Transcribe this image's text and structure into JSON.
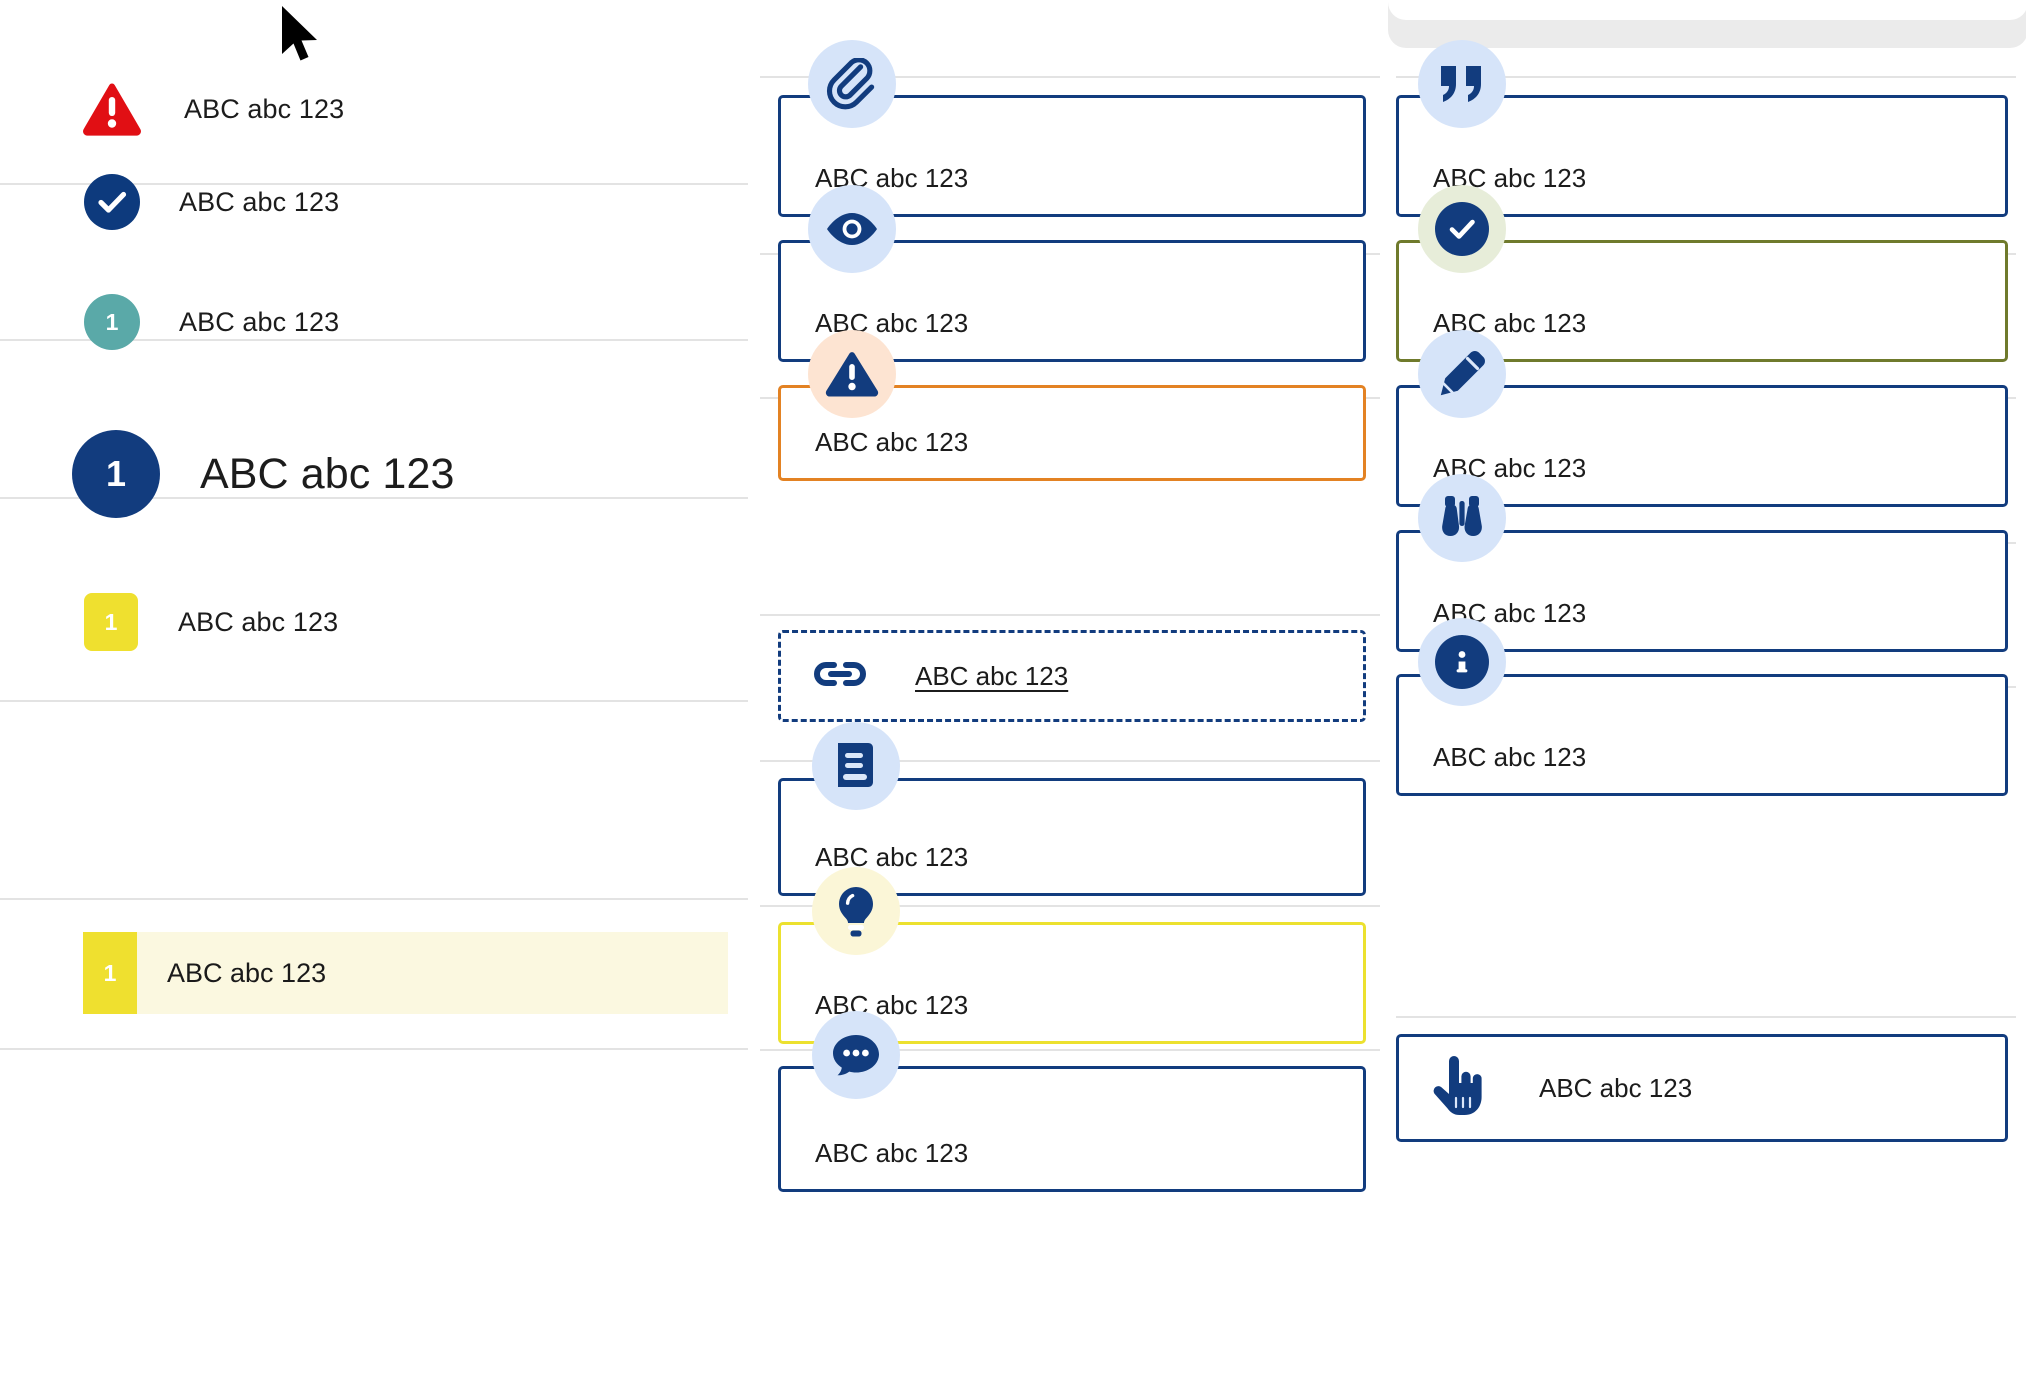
{
  "sample_text": "ABC abc 123",
  "colors": {
    "navy": "#123c7e",
    "red": "#e10f14",
    "teal": "#5aa9a8",
    "yellow": "#efe02f",
    "orange": "#e38223",
    "olive": "#6f7a2c",
    "icon_bg_blue": "#d6e4f9",
    "icon_bg_peach": "#fde4d2",
    "icon_bg_sage": "#e7edd9",
    "icon_bg_cream": "#fbf6d7",
    "highlight_row_bg": "#fbf8e0",
    "divider": "#e3e3e3"
  },
  "left_column": {
    "rows": [
      {
        "badge": "warning-triangle-red",
        "badge_value": "",
        "label": "ABC abc 123",
        "size": "normal"
      },
      {
        "badge": "check-circle-navy",
        "badge_value": "",
        "label": "ABC abc 123",
        "size": "normal"
      },
      {
        "badge": "number-circle-teal",
        "badge_value": "1",
        "label": "ABC abc 123",
        "size": "normal"
      },
      {
        "badge": "number-circle-navy",
        "badge_value": "1",
        "label": "ABC abc 123",
        "size": "large"
      },
      {
        "badge": "number-square-yellow",
        "badge_value": "1",
        "label": "ABC abc 123",
        "size": "normal"
      },
      {
        "badge": "number-square-yellow-flat",
        "badge_value": "1",
        "label": "ABC abc 123",
        "size": "highlighted"
      }
    ]
  },
  "middle_column": {
    "cards": [
      {
        "icon": "paperclip-icon",
        "icon_bg": "blue",
        "border": "navy",
        "style": "solid",
        "label": "ABC abc 123",
        "layout": "stacked"
      },
      {
        "icon": "eye-icon",
        "icon_bg": "blue",
        "border": "navy",
        "style": "solid",
        "label": "ABC abc 123",
        "layout": "stacked"
      },
      {
        "icon": "warning-triangle-icon",
        "icon_bg": "peach",
        "border": "orange",
        "style": "solid",
        "label": "ABC abc 123",
        "layout": "stacked"
      },
      {
        "icon": "link-icon",
        "icon_bg": "none",
        "border": "navy",
        "style": "dashed",
        "label": "ABC abc 123",
        "layout": "inline-link"
      },
      {
        "icon": "book-icon",
        "icon_bg": "blue",
        "border": "navy",
        "style": "solid",
        "label": "ABC abc 123",
        "layout": "stacked"
      },
      {
        "icon": "lightbulb-icon",
        "icon_bg": "cream",
        "border": "yellow",
        "style": "solid",
        "label": "ABC abc 123",
        "layout": "stacked"
      },
      {
        "icon": "chat-bubble-icon",
        "icon_bg": "blue",
        "border": "navy",
        "style": "solid",
        "label": "ABC abc 123",
        "layout": "stacked"
      }
    ]
  },
  "right_column": {
    "cards": [
      {
        "icon": "quote-icon",
        "icon_bg": "blue",
        "border": "navy",
        "style": "solid",
        "label": "ABC abc 123",
        "layout": "stacked"
      },
      {
        "icon": "check-circle-icon",
        "icon_bg": "sage",
        "border": "olive",
        "style": "solid",
        "label": "ABC abc 123",
        "layout": "stacked"
      },
      {
        "icon": "pencil-icon",
        "icon_bg": "blue",
        "border": "navy",
        "style": "solid",
        "label": "ABC abc 123",
        "layout": "stacked"
      },
      {
        "icon": "binoculars-icon",
        "icon_bg": "blue",
        "border": "navy",
        "style": "solid",
        "label": "ABC abc 123",
        "layout": "stacked"
      },
      {
        "icon": "info-circle-icon",
        "icon_bg": "blue",
        "border": "navy",
        "style": "solid",
        "label": "ABC abc 123",
        "layout": "stacked"
      },
      {
        "icon": "pointing-hand-icon",
        "icon_bg": "none",
        "border": "navy",
        "style": "solid",
        "label": "ABC abc 123",
        "layout": "inline-hand"
      }
    ]
  },
  "cursor": {
    "visible": true,
    "shape": "arrow-pointer"
  }
}
